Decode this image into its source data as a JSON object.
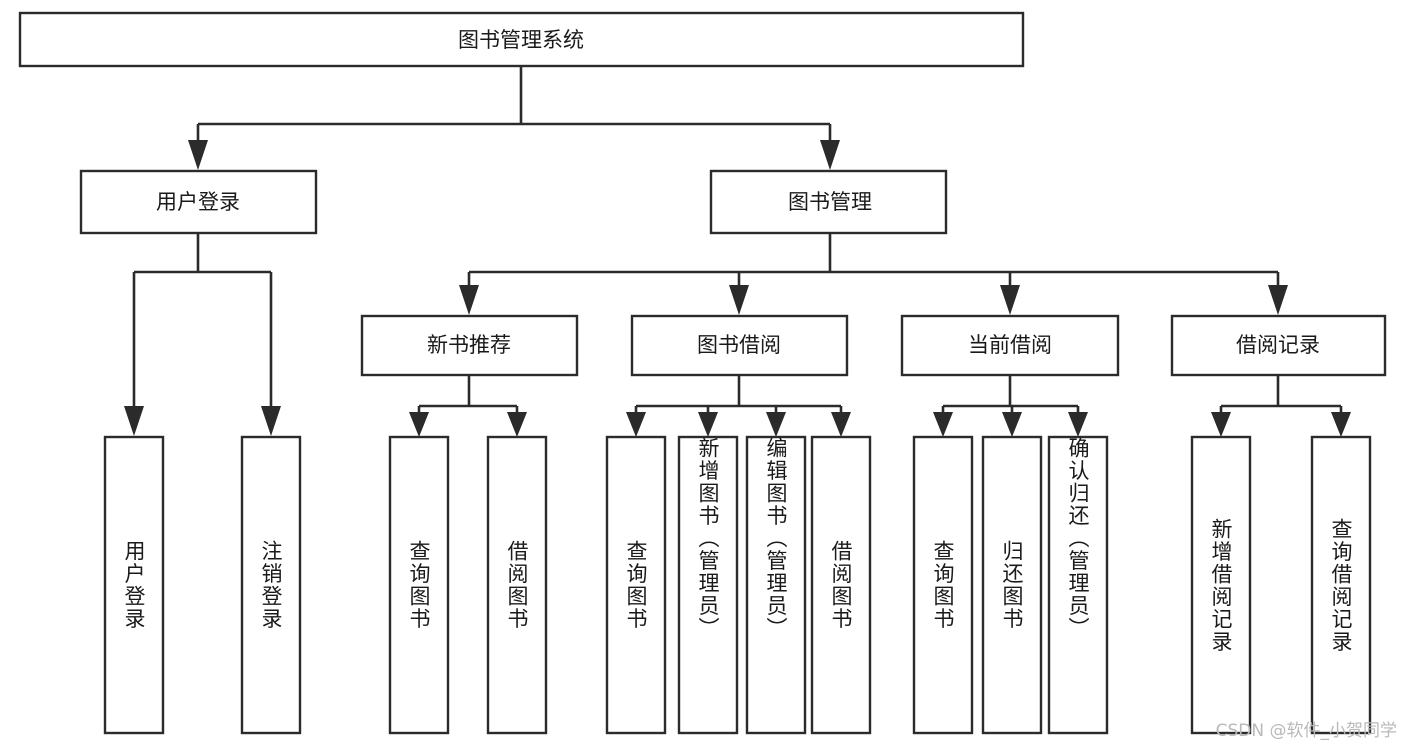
{
  "diagram": {
    "title_node": {
      "label": "图书管理系统"
    },
    "level2": [
      {
        "id": "user-login",
        "label": "用户登录"
      },
      {
        "id": "book-management",
        "label": "图书管理"
      }
    ],
    "level3": [
      {
        "id": "new-book-recommend",
        "label": "新书推荐"
      },
      {
        "id": "book-borrow",
        "label": "图书借阅"
      },
      {
        "id": "current-borrow",
        "label": "当前借阅"
      },
      {
        "id": "borrow-record",
        "label": "借阅记录"
      }
    ],
    "leaves": [
      {
        "id": "leaf-user-login",
        "label": "用户登录",
        "parent": "user-login"
      },
      {
        "id": "leaf-logout-login",
        "label": "注销登录",
        "parent": "user-login"
      },
      {
        "id": "leaf-query-book-1",
        "label": "查询图书",
        "parent": "new-book-recommend"
      },
      {
        "id": "leaf-borrow-book-1",
        "label": "借阅图书",
        "parent": "new-book-recommend"
      },
      {
        "id": "leaf-query-book-2",
        "label": "查询图书",
        "parent": "book-borrow"
      },
      {
        "id": "leaf-add-book",
        "label": "新增图书（管理员）",
        "parent": "book-borrow"
      },
      {
        "id": "leaf-edit-book",
        "label": "编辑图书（管理员）",
        "parent": "book-borrow"
      },
      {
        "id": "leaf-borrow-book-2",
        "label": "借阅图书",
        "parent": "book-borrow"
      },
      {
        "id": "leaf-query-book-3",
        "label": "查询图书",
        "parent": "current-borrow"
      },
      {
        "id": "leaf-return-book",
        "label": "归还图书",
        "parent": "current-borrow"
      },
      {
        "id": "leaf-confirm-return",
        "label": "确认归还（管理员）",
        "parent": "current-borrow"
      },
      {
        "id": "leaf-add-record",
        "label": "新增借阅记录",
        "parent": "borrow-record"
      },
      {
        "id": "leaf-query-record",
        "label": "查询借阅记录",
        "parent": "borrow-record"
      }
    ],
    "watermark": "CSDN @软件_小贺同学",
    "colors": {
      "stroke": "#2b2b2b",
      "box_fill": "#ffffff",
      "text": "#1a1a1a",
      "watermark": "#b9b9b9",
      "background": "#ffffff"
    }
  },
  "chart_data": {
    "type": "tree-diagram",
    "title": "图书管理系统",
    "root": "图书管理系统",
    "nodes": [
      {
        "level": 1,
        "label": "图书管理系统",
        "children": [
          "用户登录",
          "图书管理"
        ]
      },
      {
        "level": 2,
        "label": "用户登录",
        "children": [
          "用户登录",
          "注销登录"
        ]
      },
      {
        "level": 2,
        "label": "图书管理",
        "children": [
          "新书推荐",
          "图书借阅",
          "当前借阅",
          "借阅记录"
        ]
      },
      {
        "level": 3,
        "label": "新书推荐",
        "children": [
          "查询图书",
          "借阅图书"
        ]
      },
      {
        "level": 3,
        "label": "图书借阅",
        "children": [
          "查询图书",
          "新增图书（管理员）",
          "编辑图书（管理员）",
          "借阅图书"
        ]
      },
      {
        "level": 3,
        "label": "当前借阅",
        "children": [
          "查询图书",
          "归还图书",
          "确认归还（管理员）"
        ]
      },
      {
        "level": 3,
        "label": "借阅记录",
        "children": [
          "新增借阅记录",
          "查询借阅记录"
        ]
      }
    ]
  }
}
